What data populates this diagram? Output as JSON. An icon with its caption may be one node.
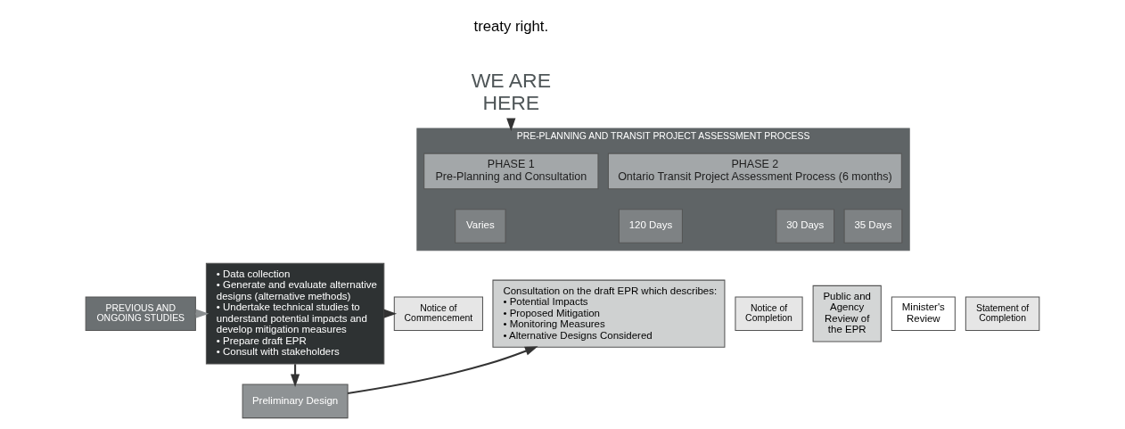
{
  "diagram": {
    "nodes": [
      {
        "text": [
          "WE ARE HERE"
        ]
      },
      {
        "text": [
          "PRE-PLANNING AND TRANSIT PROJECT ASSESSMENT PROCESS"
        ]
      },
      {
        "text": [
          "PHASE 1",
          "Pre-Planning and Consultation"
        ],
        "in": 1
      },
      {
        "text": [
          "PHASE 2",
          "Ontario Transit Project Assessment Process (6 months)"
        ],
        "in": 1
      },
      {
        "text": [
          "Varies"
        ],
        "in": 1
      },
      {
        "text": [
          "120 Days"
        ],
        "in": 1
      },
      {
        "text": [
          "30 Days"
        ],
        "in": 1
      },
      {
        "text": [
          "35 Days"
        ],
        "in": 1
      },
      {
        "text": [
          "PREVIOUS AND ONGOING STUDIES"
        ]
      },
      {
        "text": [
          "• Data collection",
          "• Generate and evaluate alternative designs (alternative methods)",
          "• Undertake technical studies to understand potential impacts and develop mitigation measures",
          "• Prepare draft EPR",
          "• Consult with stakeholders"
        ]
      },
      {
        "text": [
          "Notice of Commencement"
        ]
      },
      {
        "text": [
          "Consultation on the draft EPR which describes:",
          "• Potential Impacts",
          "• Proposed Mitigation",
          "• Monitoring Measures",
          "• Alternative Designs Considered"
        ]
      },
      {
        "text": [
          "Notice of Completion"
        ]
      },
      {
        "text": [
          "Public and Agency Review of the EPR"
        ]
      },
      {
        "text": [
          "Minister's Review"
        ]
      },
      {
        "text": [
          "Statement of Completion"
        ]
      },
      {
        "text": [
          "Preliminary Design"
        ]
      }
    ],
    "edges": [
      {
        "from": 0,
        "to": 1,
        "arrow": "to"
      },
      {
        "from": 8,
        "to": 9,
        "arrow": "to",
        "color": "#8a8e90"
      },
      {
        "from": 9,
        "to": 10,
        "arrow": "to"
      },
      {
        "from": 9,
        "to": 16,
        "arrow": "to"
      },
      {
        "from": 16,
        "to": 11,
        "arrow": "to"
      }
    ],
    "labels": [
      "treaty right."
    ]
  }
}
